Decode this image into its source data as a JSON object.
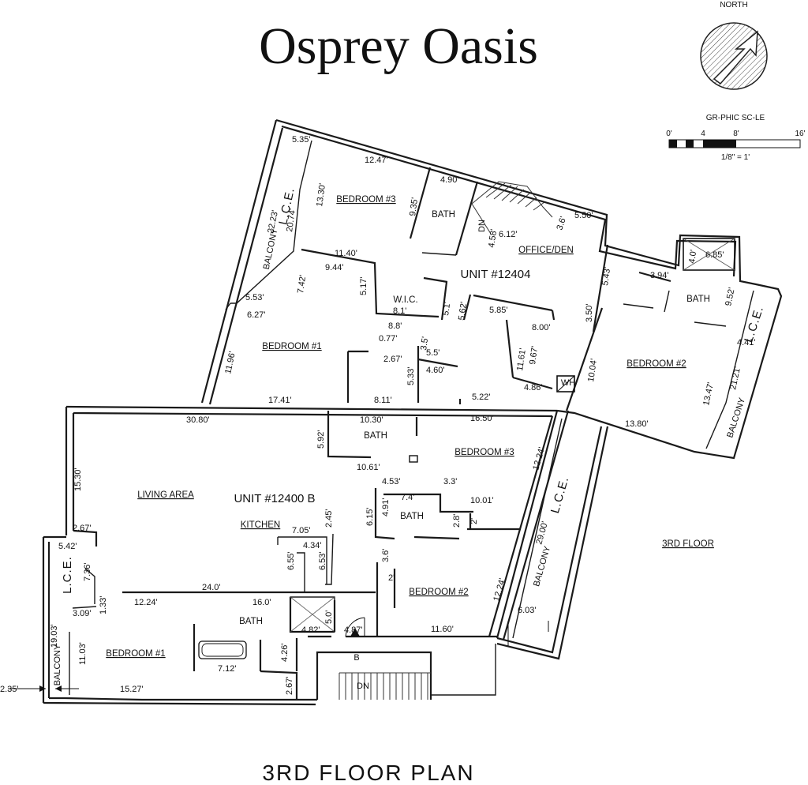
{
  "title": "Osprey Oasis",
  "footer_title": "3RD FLOOR PLAN",
  "floor_label": "3RD FLOOR",
  "north": {
    "label": "NORTH",
    "icon": "north-arrow-icon"
  },
  "scale": {
    "title": "GR-PHIC SC-LE",
    "ticks": [
      "0'",
      "4",
      "8'",
      "16'"
    ],
    "ratio": "1/8\" = 1'"
  },
  "units": {
    "upper": "UNIT #12404",
    "lower": "UNIT #12400 B"
  },
  "rooms": {
    "u_bedroom3": "BEDROOM #3",
    "u_bath1": "BATH",
    "u_office": "OFFICE/DEN",
    "u_wic": "W.I.C.",
    "u_bedroom1": "BEDROOM #1",
    "u_bath2": "BATH",
    "u_bedroom2": "BEDROOM #2",
    "l_bath1": "BATH",
    "l_bedroom3": "BEDROOM #3",
    "l_living": "LIVING AREA",
    "l_kitchen": "KITCHEN",
    "l_bath2": "BATH",
    "l_bedroom2": "BEDROOM #2",
    "l_bath3": "BATH",
    "l_bedroom1": "BEDROOM #1"
  },
  "labels": {
    "lce_upper": "L.C.E.",
    "balcony_upper": "BALCONY",
    "lce_right": "L.C.E.",
    "balcony_right": "BALCONY",
    "lce_mid": "L.C.E.",
    "balcony_mid": "BALCONY",
    "lce_left": "L.C.E.",
    "balcony_left": "BALCONY",
    "dn_upper": "DN",
    "dn_lower": "DN",
    "wh": "WH",
    "entry": "B"
  },
  "dimensions": {
    "d535": "5.35'",
    "d1247": "12.47'",
    "d490": "4.90'",
    "d1330": "13.30'",
    "d2223": "22.23'",
    "d2074": "20.74'",
    "d935": "9.35'",
    "d458": "4.58'",
    "d612": "6.12'",
    "d36a": "3.6'",
    "d550": "5.50'",
    "d1140": "11.40'",
    "d944": "9.44'",
    "d742": "7.42'",
    "d517": "5.17'",
    "d81": "8.1'",
    "d51": "5.1'",
    "d562": "5.62'",
    "d553": "5.53'",
    "d627": "6.27'",
    "d88": "8.8'",
    "d585": "5.85'",
    "d350": "3.50'",
    "d800": "8.00'",
    "d543": "5.43'",
    "d40": "4.0'",
    "d685": "6.85'",
    "d394": "3.94'",
    "d952": "9.52'",
    "d441": "4.41'",
    "d077": "0.77'",
    "d35a": "3.5'",
    "d55": "5.5'",
    "d267a": "2.67'",
    "d460": "4.60'",
    "d1161": "11.61'",
    "d967": "9.67'",
    "d1196": "11.96'",
    "d533": "5.33'",
    "d486": "4.86'",
    "d1004": "10.04'",
    "d2121": "21.21'",
    "d1347": "13.47'",
    "d1741": "17.41'",
    "d811": "8.11'",
    "d522": "5.22'",
    "d3080": "30.80'",
    "d1030": "10.30'",
    "d1650": "16.50'",
    "d1380": "13.80'",
    "d592": "5.92'",
    "d1061": "10.61'",
    "d1224a": "12.24'",
    "d1530": "15.30'",
    "d453": "4.53'",
    "d33": "3.3'",
    "d74": "7.4'",
    "d1001": "10.01'",
    "d615": "6.15'",
    "d491": "4.91'",
    "d28": "2.8'",
    "d2a": "2'",
    "d2900": "29.00'",
    "d267b": "2.67'",
    "d705": "7.05'",
    "d245": "2.45'",
    "d542": "5.42'",
    "d434": "4.34'",
    "d736": "7.36'",
    "d655": "6.55'",
    "d653": "6.53'",
    "d36b": "3.6'",
    "d2b": "2'",
    "d240": "24.0'",
    "d1224b": "12.24'",
    "d160": "16.0'",
    "d309": "3.09'",
    "d133": "1.33'",
    "d50": "5.0'",
    "d1224c": "12.24'",
    "d603": "6.03'",
    "d1903": "19.03'",
    "d1103": "11.03'",
    "d482": "4.82'",
    "d487": "4.87'",
    "d1160": "11.60'",
    "d426": "4.26'",
    "d712": "7.12'",
    "d235": "2.35'",
    "d1527": "15.27'",
    "d267c": "2.67'"
  }
}
